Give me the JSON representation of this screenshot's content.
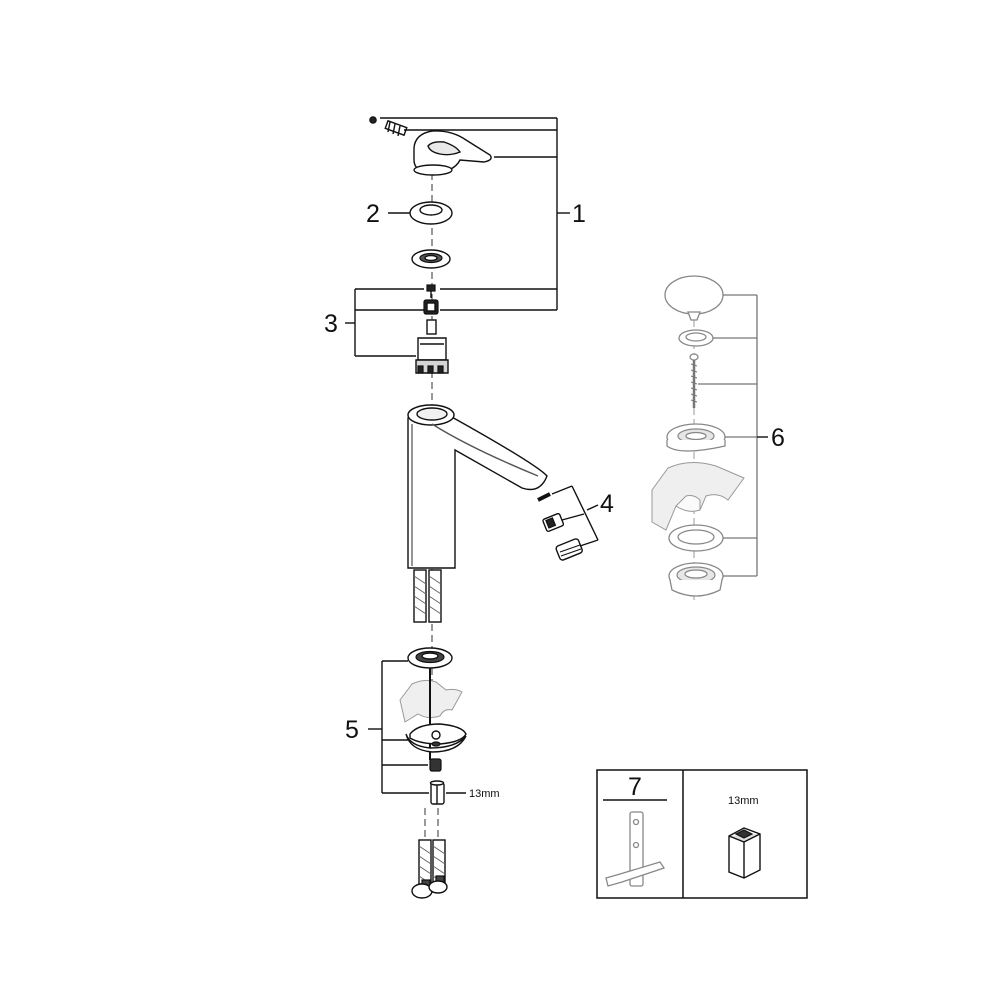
{
  "callouts": {
    "handle_kit": "1",
    "cover_cap": "2",
    "cartridge": "3",
    "aerator": "4",
    "mounting_kit": "5",
    "drain_set": "6"
  },
  "dimensions": {
    "nut_size": "13mm"
  },
  "tool_box": {
    "number": "7",
    "size_label": "13mm"
  },
  "icons": [
    "handle-icon",
    "cartridge-icon",
    "spout-body-icon",
    "aerator-icon",
    "hose-icon",
    "pop-up-plug-icon",
    "wrench-icon",
    "hex-socket-icon"
  ]
}
